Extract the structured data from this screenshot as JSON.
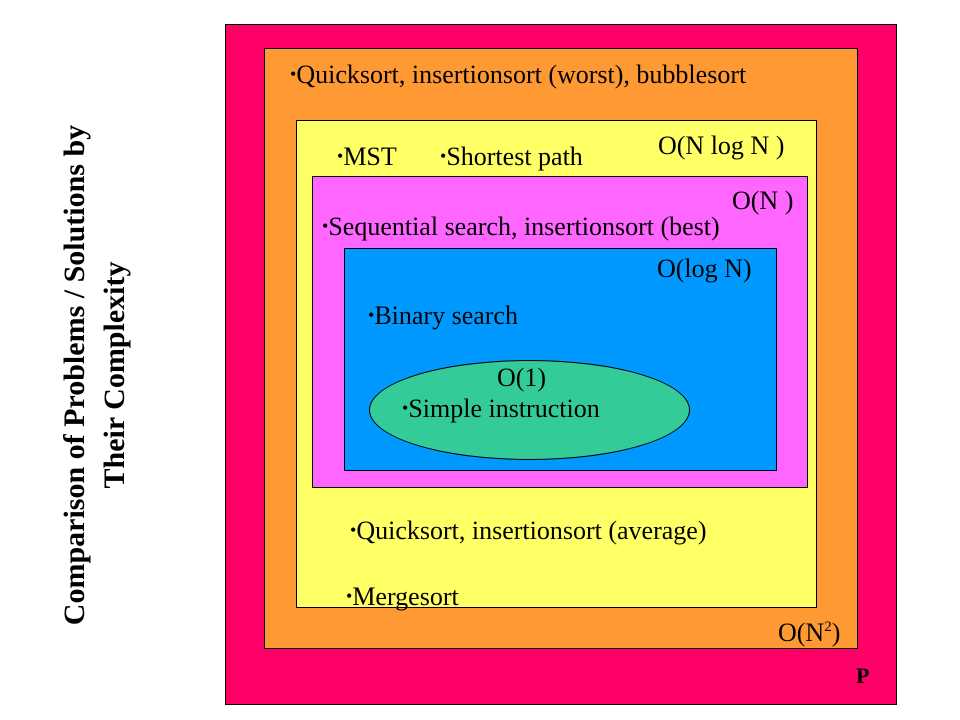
{
  "title": {
    "line1": "Comparison of Problems / Solutions by",
    "line2": "Their Complexity"
  },
  "colors": {
    "p_class": "#ff0066",
    "quadratic": "#ff9933",
    "nlogn": "#ffff66",
    "linear": "#ff66ff",
    "logn": "#0099ff",
    "constant": "#33cc99"
  },
  "regions": {
    "p": {
      "label": "P"
    },
    "quadratic": {
      "label_base": "O(N",
      "label_sup": "2",
      "label_end": ")",
      "items": [
        "Quicksort, insertionsort (worst), bubblesort"
      ]
    },
    "nlogn": {
      "label": "O(N log N )",
      "items": [
        "MST",
        "Shortest path",
        "Quicksort, insertionsort (average)",
        "Mergesort"
      ]
    },
    "linear": {
      "label": "O(N )",
      "items": [
        "Sequential search, insertionsort (best)"
      ]
    },
    "logn": {
      "label": "O(log N)",
      "items": [
        "Binary search"
      ]
    },
    "constant": {
      "label": "O(1)",
      "items": [
        "Simple instruction"
      ]
    }
  }
}
